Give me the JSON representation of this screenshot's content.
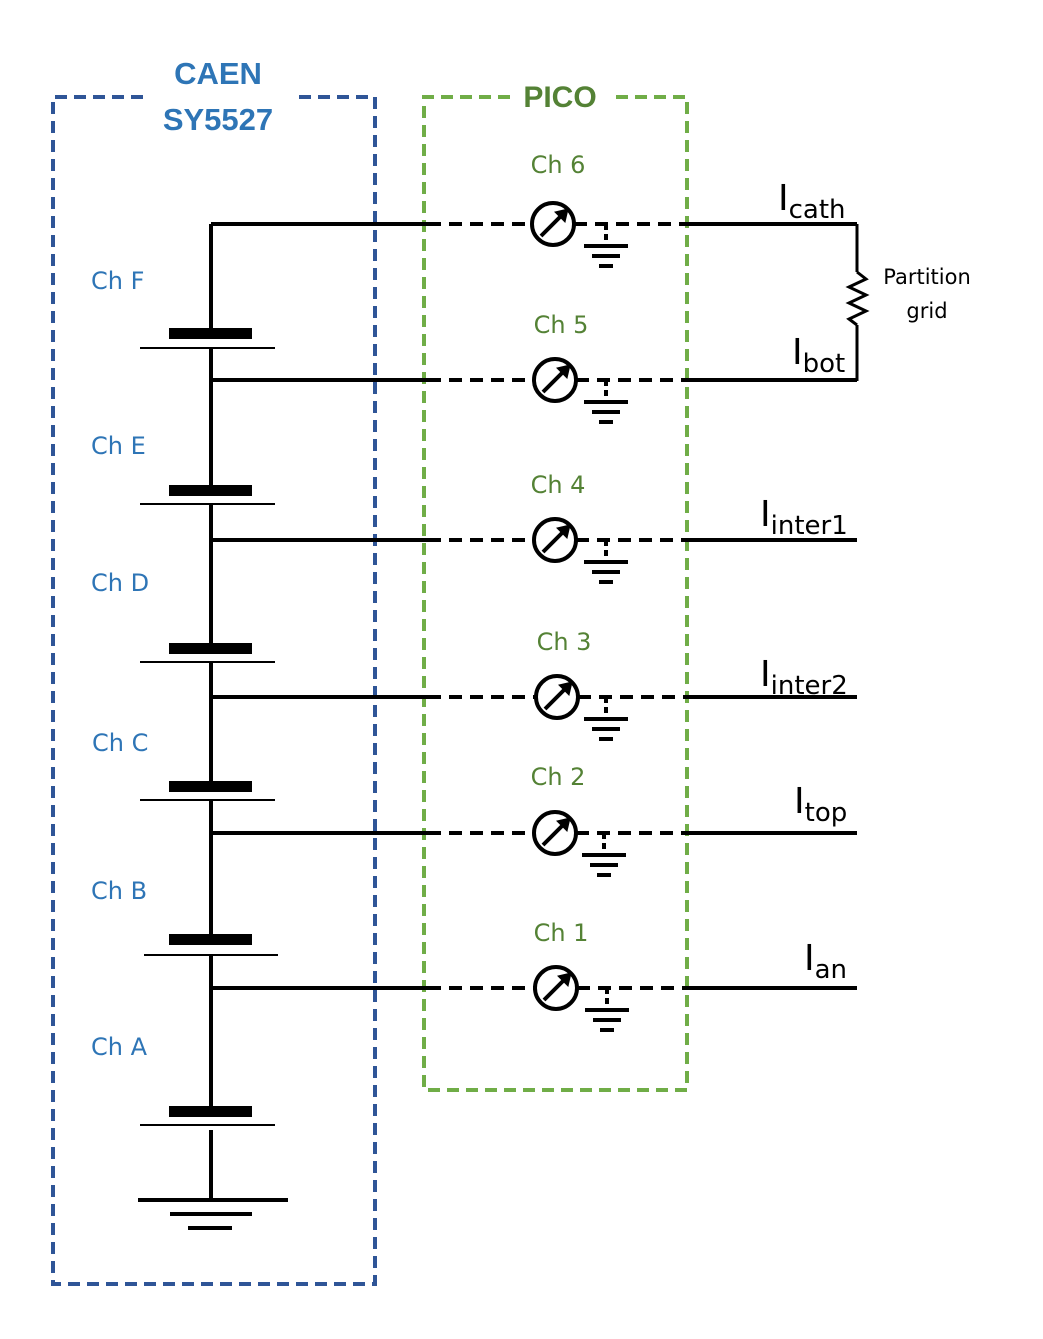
{
  "colors": {
    "caen": "#2e75b6",
    "caen_border": "#2f5597",
    "pico": "#548235",
    "pico_border": "#70ad47",
    "wire": "#000000"
  },
  "caen": {
    "title_line1": "CAEN",
    "title_line2": "SY5527",
    "channels": [
      "Ch F",
      "Ch E",
      "Ch D",
      "Ch C",
      "Ch B",
      "Ch A"
    ]
  },
  "pico": {
    "title": "PICO",
    "channels": [
      "Ch 6",
      "Ch 5",
      "Ch 4",
      "Ch 3",
      "Ch 2",
      "Ch 1"
    ],
    "ammeter_icon": "ammeter-icon",
    "ground_icon": "ground-icon"
  },
  "currents": [
    {
      "main": "I",
      "sub": "cath"
    },
    {
      "main": "I",
      "sub": "bot"
    },
    {
      "main": "I",
      "sub": "inter1"
    },
    {
      "main": "I",
      "sub": "inter2"
    },
    {
      "main": "I",
      "sub": "top"
    },
    {
      "main": "I",
      "sub": "an"
    }
  ],
  "partition_grid": {
    "line1": "Partition",
    "line2": "grid"
  }
}
